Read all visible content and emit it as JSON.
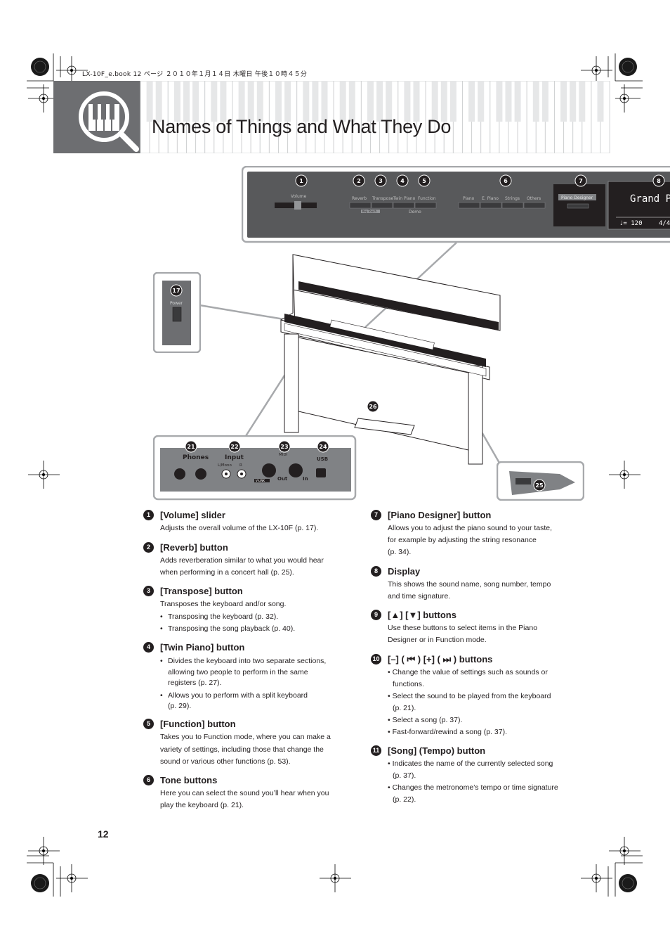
{
  "header": {
    "file_info": "LX-10F_e.book 12 ページ ２０１０年１月１４日 木曜日 午後１０時４５分"
  },
  "title": "Names of Things and What They Do",
  "panel": {
    "volume_label": "Volume",
    "reverb_label": "Reverb",
    "transpose_label": "Transpose",
    "twin_piano_label": "Twin Piano",
    "function_label": "Function",
    "piano_label": "Piano",
    "e_piano_label": "E. Piano",
    "strings_label": "Strings",
    "others_label": "Others",
    "piano_designer_label": "Piano Designer",
    "demo_label": "Demo",
    "key_touch_label": "Key Touch",
    "display_text": "Grand Pi",
    "display_tempo": "♩= 120",
    "display_time": "4/4",
    "power_label": "Power"
  },
  "jacks": {
    "phones_label": "Phones",
    "input_label": "Input",
    "lmono_label": "L/Mono",
    "r_label": "R",
    "midi_label": "MIDI",
    "out_label": "Out",
    "in_label": "In",
    "usb_label": "USB",
    "gnd_label": "V-LINK"
  },
  "callouts": {
    "c1": "1",
    "c2": "2",
    "c3": "3",
    "c4": "4",
    "c5": "5",
    "c6": "6",
    "c7": "7",
    "c8": "8",
    "c17": "17",
    "c21": "21",
    "c22": "22",
    "c23": "23",
    "c24": "24",
    "c25": "25",
    "c26": "26"
  },
  "left_column": [
    {
      "num": "1",
      "heading": "[Volume] slider",
      "lines": [
        "Adjusts the overall volume of the LX-10F (p. 17)."
      ]
    },
    {
      "num": "2",
      "heading": "[Reverb] button",
      "lines": [
        "Adds reverberation similar to what you would hear",
        "when performing in a concert hall (p. 25)."
      ]
    },
    {
      "num": "3",
      "heading": "[Transpose] button",
      "lines": [
        "Transposes the keyboard and/or song."
      ],
      "bullets": [
        "Transposing the keyboard (p. 32).",
        "Transposing the song playback (p. 40)."
      ]
    },
    {
      "num": "4",
      "heading": "[Twin Piano] button",
      "bullets": [
        "Divides the keyboard into two separate sections,",
        "allowing two people to perform in the same",
        "registers (p. 27).",
        "Allows you to perform with a split keyboard",
        "(p. 29)."
      ]
    },
    {
      "num": "5",
      "heading": "[Function] button",
      "lines": [
        "Takes you to Function mode, where you can make a",
        "variety of settings, including those that change the",
        "sound or various other functions (p. 53)."
      ]
    },
    {
      "num": "6",
      "heading": "Tone buttons",
      "lines": [
        "Here you can select the sound you’ll hear when you",
        "play the keyboard (p. 21)."
      ]
    }
  ],
  "right_column": [
    {
      "num": "7",
      "heading": "[Piano Designer] button",
      "lines": [
        "Allows you to adjust the piano sound to your taste,",
        "for example by adjusting the string resonance",
        "(p. 34)."
      ]
    },
    {
      "num": "8",
      "heading": "Display",
      "lines": [
        "This shows the sound name, song number, tempo",
        "and time signature."
      ]
    },
    {
      "num": "9",
      "heading": " [▲] [▼] buttons",
      "lines": [
        "Use these buttons to select items in the Piano",
        "Designer or in Function mode."
      ]
    },
    {
      "num": "10",
      "heading": "[–] ( ⏮ ) [+] ( ⏭ ) buttons",
      "bullets": [
        "• Change the value of settings such as sounds or",
        "functions.",
        "• Select the sound to be played from the keyboard",
        "(p. 21).",
        "• Select a song (p. 37).",
        "• Fast-forward/rewind a song (p. 37)."
      ]
    },
    {
      "num": "11",
      "heading": "[Song] (Tempo) button",
      "bullets": [
        "• Indicates the name of the currently selected song",
        "(p. 37).",
        "• Changes the metronome’s tempo or time signature",
        "(p. 22)."
      ]
    }
  ],
  "page_number": "12"
}
